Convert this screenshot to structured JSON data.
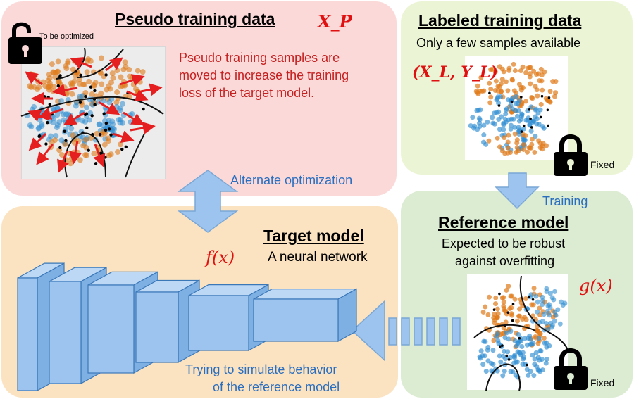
{
  "pseudo": {
    "title": "Pseudo training data",
    "symbol": "X_P",
    "lock_label": "To be optimized",
    "description": [
      "Pseudo training samples are",
      "moved to increase the training",
      "loss of the target model."
    ]
  },
  "labeled": {
    "title": "Labeled training data",
    "subtitle": "Only a few samples available",
    "symbol": "(X_L, Y_L)",
    "lock_label": "Fixed"
  },
  "alternate": {
    "label": "Alternate optimization"
  },
  "training": {
    "label": "Training"
  },
  "target": {
    "title": "Target model",
    "symbol": "f(x)",
    "subtitle": "A neural network",
    "caption": [
      "Trying to simulate behavior",
      "of the reference model"
    ]
  },
  "reference": {
    "title": "Reference model",
    "description": [
      "Expected to be robust",
      "against overfitting"
    ],
    "symbol": "g(x)",
    "lock_label": "Fixed"
  },
  "colors": {
    "orange": "#e07b1a",
    "blue": "#2f8ed1",
    "arrow_blue": "#9cc4ee",
    "arrow_red": "#e51f1f",
    "pink_panel": "#fbd9d9",
    "green_panel": "#ebf5d6",
    "orange_panel": "#fbe3c1"
  },
  "icons": [
    "unlock-icon",
    "lock-icon",
    "double-arrow-icon",
    "down-arrow-icon",
    "left-arrow-icon"
  ]
}
